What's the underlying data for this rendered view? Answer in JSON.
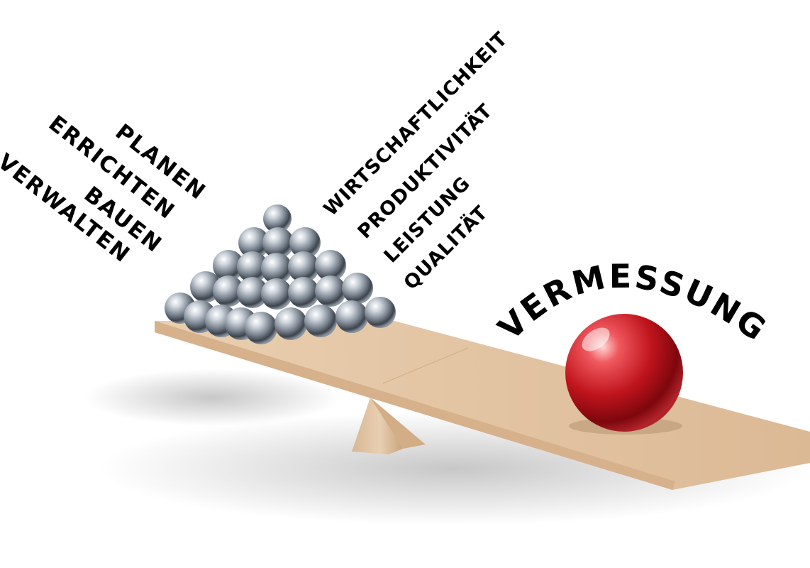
{
  "left_words": [
    "Planen",
    "Errichten",
    "Bauen",
    "Verwalten"
  ],
  "right_words": [
    "Wirtschaftlichkeit",
    "Produktivität",
    "Leistung",
    "Qualität"
  ],
  "arc_word": "Vermessung",
  "colors": {
    "background": "#ffffff",
    "text": "#000000",
    "board": "#e3c4a2",
    "steel_balls": "#8f98a3",
    "red_ball": "#c01a22"
  }
}
